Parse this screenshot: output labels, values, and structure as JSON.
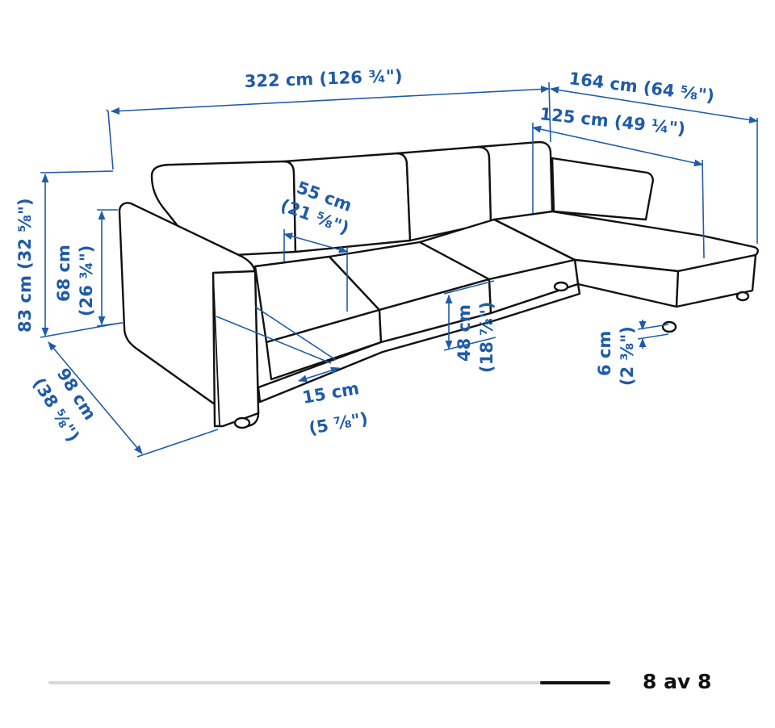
{
  "dimensions": {
    "total_width": "322 cm (126 ¾\")",
    "chaise_length": "164 cm (64 ⅝\")",
    "chaise_seat_length": "125 cm (49 ¼\")",
    "seat_depth_cm": "55 cm",
    "seat_depth_in": "(21 ⅝\")",
    "height_cm": "83 cm (32 ⅝\")",
    "armrest_height_cm": "68 cm",
    "armrest_height_in": "(26 ¾\")",
    "depth_cm": "98 cm",
    "depth_in": "(38 ⅝\")",
    "armrest_width_cm": "15 cm",
    "armrest_width_in": "(5 ⅞\")",
    "seat_height_cm": "48 cm",
    "seat_height_in": "(18 ⅞\")",
    "leg_height_cm": "6 cm",
    "leg_height_in": "(2 ⅜\")"
  },
  "gallery": {
    "counter": "8 av 8",
    "current": 8,
    "total": 8,
    "progress_fraction": 0.125
  }
}
